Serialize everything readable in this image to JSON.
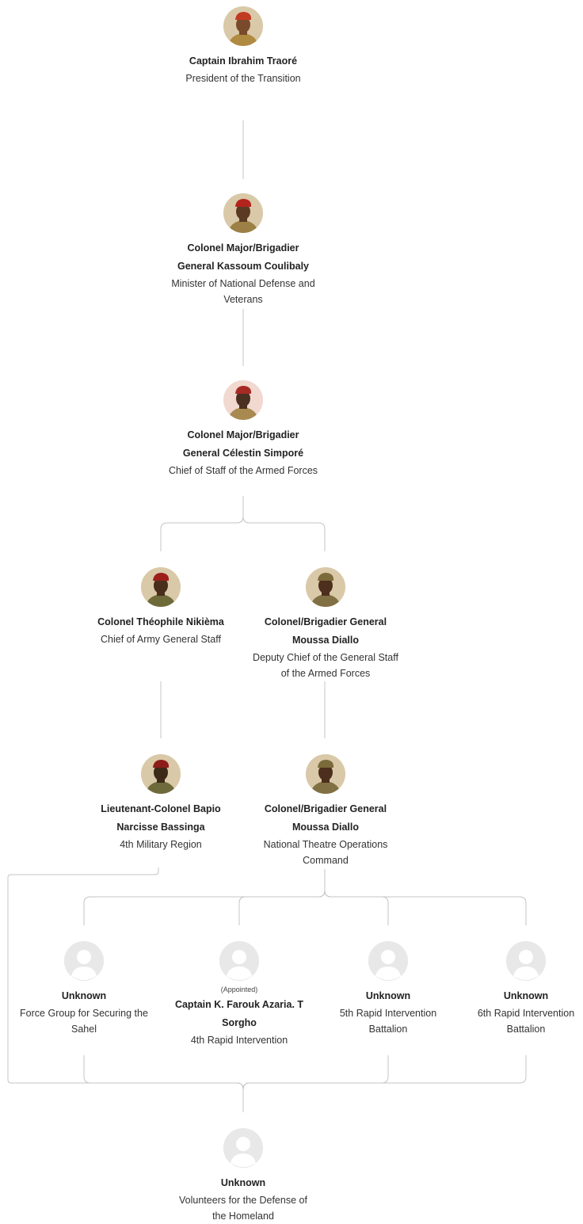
{
  "nodes": [
    {
      "id": "traore",
      "name": "Captain Ibrahim Traoré",
      "role": "President of the Transition",
      "photo": true,
      "skin": "#7a4a2c",
      "cap": "#c23a22",
      "shirt": "#b08a40"
    },
    {
      "id": "coulibaly",
      "name": "Colonel Major/Brigadier General Kassoum Coulibaly",
      "role": "Minister of National Defense and Veterans",
      "photo": true,
      "skin": "#5b3a24",
      "cap": "#b3241c",
      "shirt": "#9c8045"
    },
    {
      "id": "simpore",
      "name": "Colonel Major/Brigadier General Célestin Simporé",
      "role": "Chief of Staff of the Armed Forces",
      "photo": true,
      "skin": "#4a3020",
      "cap": "#a82a25",
      "shirt": "#a88a50",
      "bg": "#f1d9cf"
    },
    {
      "id": "nikiema",
      "name": "Colonel Théophile Nikièma",
      "role": "Chief of Army General Staff",
      "photo": true,
      "skin": "#4a2e1c",
      "cap": "#9c1f1c",
      "shirt": "#6f6a3a"
    },
    {
      "id": "diallo1",
      "name": "Colonel/Brigadier General Moussa Diallo",
      "role": "Deputy Chief of the General Staff of the Armed Forces",
      "photo": true,
      "skin": "#4d2f1d",
      "cap": "#7b6a3a",
      "shirt": "#807044"
    },
    {
      "id": "bassinga",
      "name": "Lieutenant-Colonel Bapio Narcisse Bassinga",
      "role": "4th Military Region",
      "photo": true,
      "skin": "#3e2818",
      "cap": "#8e1d1a",
      "shirt": "#6e6a3c"
    },
    {
      "id": "diallo2",
      "name": "Colonel/Brigadier General Moussa Diallo",
      "role": "National Theatre Operations Command",
      "photo": true,
      "skin": "#4d2f1d",
      "cap": "#7b6a3a",
      "shirt": "#807044"
    },
    {
      "id": "unknown-sahel",
      "name": "Unknown",
      "role": "Force Group for Securing the Sahel",
      "photo": false
    },
    {
      "id": "sorgho",
      "note": "(Appointed)",
      "name": "Captain K. Farouk Azaria. T Sorgho",
      "role": "4th Rapid Intervention",
      "photo": false
    },
    {
      "id": "unknown-5th",
      "name": "Unknown",
      "role": "5th Rapid Intervention Battalion",
      "photo": false
    },
    {
      "id": "unknown-6th",
      "name": "Unknown",
      "role": "6th Rapid Intervention Battalion",
      "photo": false
    },
    {
      "id": "unknown-vdp",
      "name": "Unknown",
      "role": "Volunteers for the Defense of the Homeland",
      "photo": false
    }
  ],
  "colors": {
    "line": "#bbbbbb",
    "placeholder_bg": "#e8e8e8",
    "placeholder_fg": "#ffffff"
  }
}
